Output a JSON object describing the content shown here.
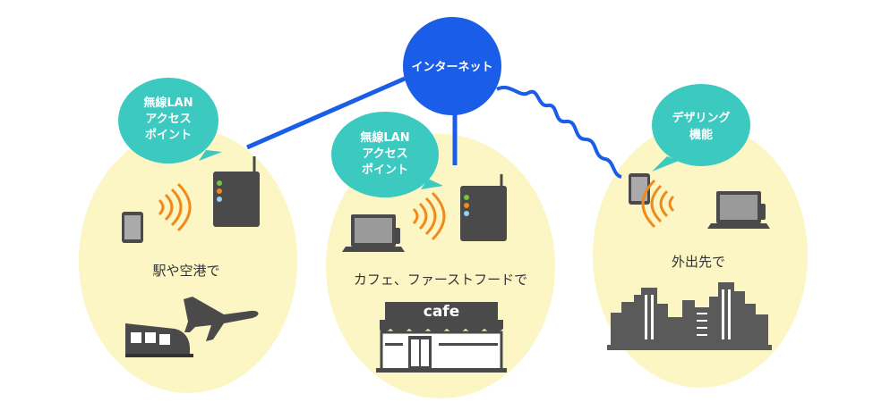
{
  "colors": {
    "bubble": "#fbf6c4",
    "internet": "#1a5de8",
    "callout": "#3bc9c0",
    "signal": "#f08a1c",
    "device": "#4a4a4a",
    "city": "#5a5a5a"
  },
  "internet": {
    "label": "インターネット"
  },
  "zones": [
    {
      "callout_lines": [
        "無線LAN",
        "アクセス",
        "ポイント"
      ],
      "caption": "駅や空港で",
      "icons": [
        "router-icon",
        "smartphone-icon",
        "wifi-signal-icon",
        "airplane-icon",
        "train-icon"
      ]
    },
    {
      "callout_lines": [
        "無線LAN",
        "アクセス",
        "ポイント"
      ],
      "caption": "カフェ、ファーストフードで",
      "sign": "cafe",
      "icons": [
        "router-icon",
        "laptop-icon",
        "wifi-signal-icon",
        "cafe-storefront-icon"
      ]
    },
    {
      "callout_lines": [
        "デザリング",
        "機能"
      ],
      "caption": "外出先で",
      "icons": [
        "smartphone-icon",
        "laptop-icon",
        "wifi-signal-icon",
        "city-skyline-icon"
      ]
    }
  ]
}
